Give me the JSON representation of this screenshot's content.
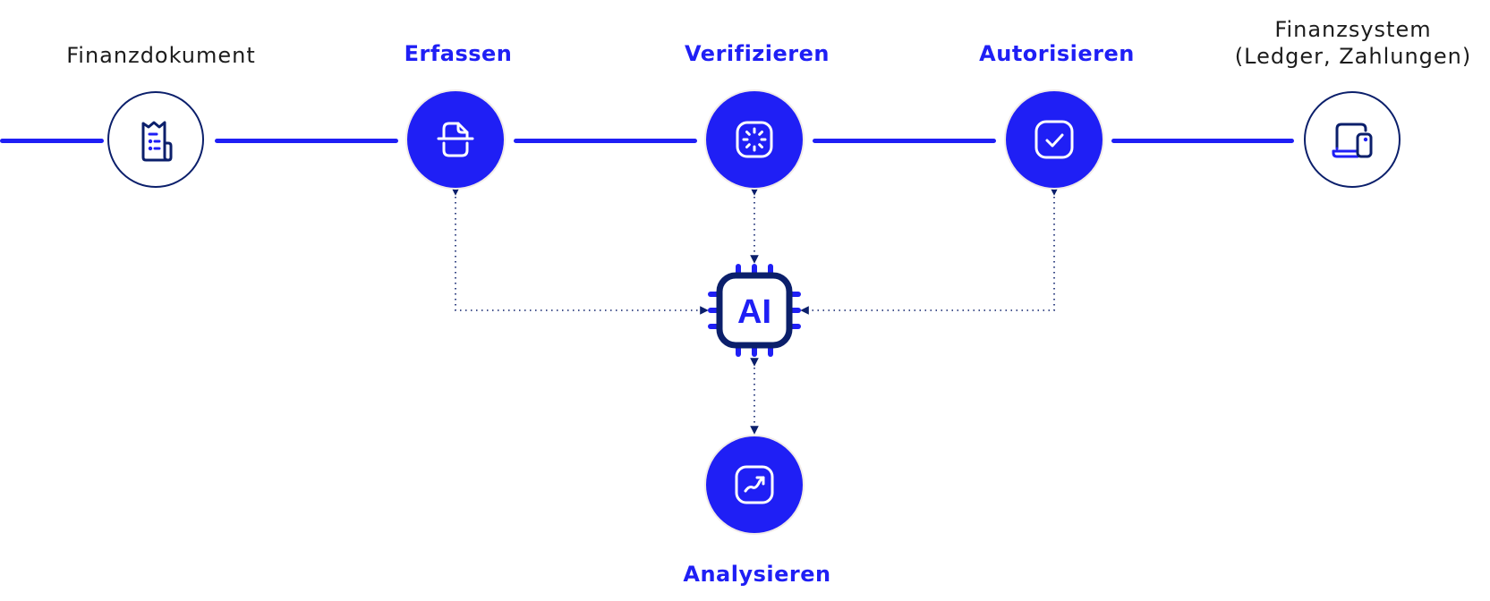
{
  "colors": {
    "accent": "#1f1ff5",
    "navy": "#0b1f6b",
    "text": "#1c1c1c"
  },
  "nodes": {
    "source": {
      "label": "Finanzdokument",
      "icon": "receipt-icon"
    },
    "capture": {
      "label": "Erfassen",
      "icon": "document-scan-icon"
    },
    "verify": {
      "label": "Verifizieren",
      "icon": "loading-spinner-icon"
    },
    "authorize": {
      "label": "Autorisieren",
      "icon": "checkbox-check-icon"
    },
    "target": {
      "label_line1": "Finanzsystem",
      "label_line2": "(Ledger, Zahlungen)",
      "icon": "laptop-mobile-icon"
    },
    "ai": {
      "label": "AI",
      "icon": "ai-chip-icon"
    },
    "analyze": {
      "label": "Analysieren",
      "icon": "trending-chart-icon"
    }
  }
}
